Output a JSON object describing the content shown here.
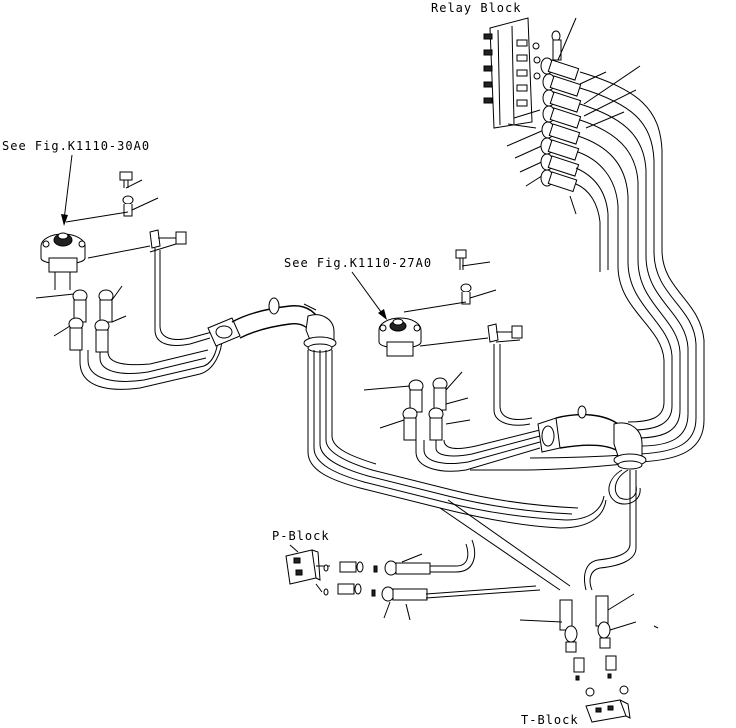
{
  "labels": {
    "relay_block": "Relay Block",
    "see_fig_left": "See Fig.K1110-30A0",
    "see_fig_right": "See Fig.K1110-27A0",
    "p_block": "P-Block",
    "t_block": "T-Block"
  },
  "colors": {
    "line": "#000000",
    "background": "#ffffff"
  }
}
